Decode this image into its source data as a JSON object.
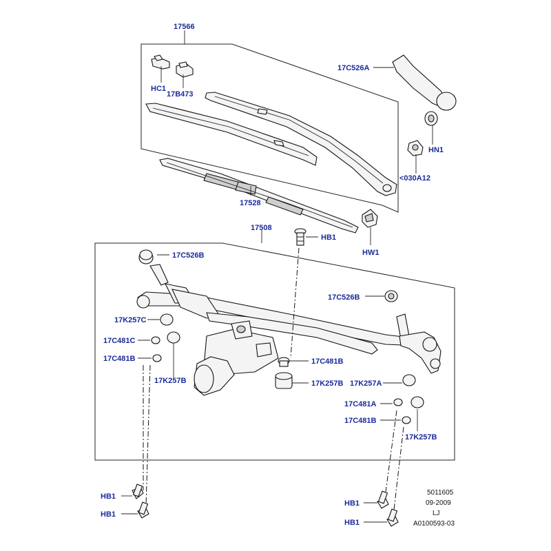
{
  "callouts": {
    "wiper_blade_kit": "17566",
    "clip_hc1": "HC1",
    "clip_17b473": "17B473",
    "arm": "17C526A",
    "nut_hn1": "HN1",
    "cap_030a12": "<030A12",
    "blade": "17528",
    "washer_hw1": "HW1",
    "linkage": "17508",
    "bolt_hb1_top": "HB1",
    "bush_left_top": "17C526B",
    "bush_right": "17C526B",
    "grommet_left_upper": "17K257C",
    "spacer_left_c": "17C481C",
    "spacer_left_b": "17C481B",
    "grommet_left_lower": "17K257B",
    "spacer_center": "17C481B",
    "grommet_center": "17K257B",
    "grommet_right_a": "17K257A",
    "spacer_right_a": "17C481A",
    "spacer_right_b": "17C481B",
    "grommet_right_lower": "17K257B",
    "bolt_hb1_left_1": "HB1",
    "bolt_hb1_left_2": "HB1",
    "bolt_hb1_right_1": "HB1",
    "bolt_hb1_right_2": "HB1"
  },
  "reference": {
    "code": "5011605",
    "date": "09-2009",
    "initials": "LJ",
    "drawing_id": "A0100593-03"
  }
}
